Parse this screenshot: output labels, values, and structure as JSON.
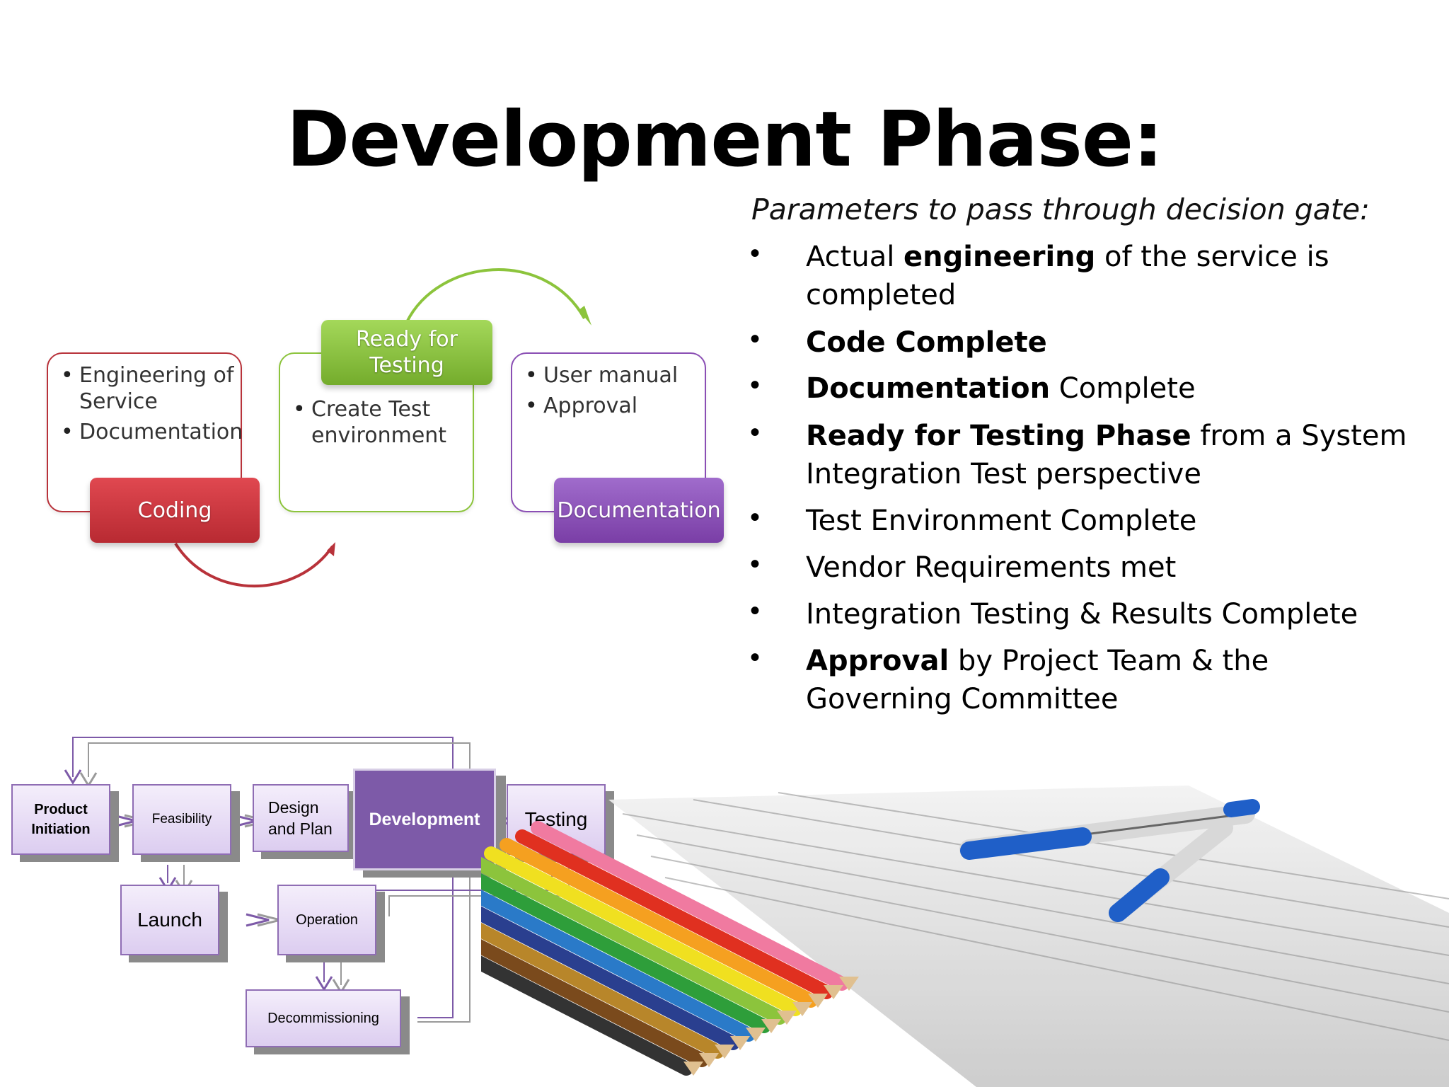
{
  "title": "Development Phase:",
  "subtitle": "Parameters to pass through decision gate:",
  "bullets": [
    {
      "pre": "Actual ",
      "bold": "engineering",
      "post": " of the service is completed"
    },
    {
      "pre": "",
      "bold": "Code Complete",
      "post": ""
    },
    {
      "pre": "",
      "bold": "Documentation",
      "post": " Complete"
    },
    {
      "pre": "",
      "bold": "Ready for Testing Phase",
      "post": " from a System Integration Test perspective"
    },
    {
      "pre": "Test Environment Complete",
      "bold": "",
      "post": ""
    },
    {
      "pre": "Vendor Requirements met",
      "bold": "",
      "post": ""
    },
    {
      "pre": "Integration Testing & Results Complete",
      "bold": "",
      "post": ""
    },
    {
      "pre": "",
      "bold": "Approval",
      "post": " by Project Team & the Governing Committee"
    }
  ],
  "cycle": {
    "coding": {
      "label": "Coding",
      "items": [
        "Engineering of Service",
        "Documentation"
      ],
      "color": "#c8323a"
    },
    "testing": {
      "label_line1": "Ready for",
      "label_line2": "Testing",
      "items": [
        "Create Test environment"
      ],
      "color": "#8cc43c"
    },
    "documentation": {
      "label": "Documentation",
      "items": [
        "User manual",
        "Approval"
      ],
      "color": "#8a4eb4"
    }
  },
  "flow": {
    "product_initiation_line1": "Product",
    "product_initiation_line2": "Initiation",
    "feasibility": "Feasibility",
    "design_line1": "Design",
    "design_line2": "and Plan",
    "development": "Development",
    "testing": "Testing",
    "launch": "Launch",
    "operation": "Operation",
    "decommissioning": "Decommissioning",
    "accent_color": "#7d5aa8"
  },
  "colors": {
    "pencils": [
      "#333333",
      "#7a4a1c",
      "#b8862a",
      "#2a3f8f",
      "#2a7ac8",
      "#2e9e3a",
      "#8cc43c",
      "#f0e020",
      "#f5a020",
      "#e03020",
      "#f07aa0"
    ],
    "pen": "#1f5fc8"
  }
}
